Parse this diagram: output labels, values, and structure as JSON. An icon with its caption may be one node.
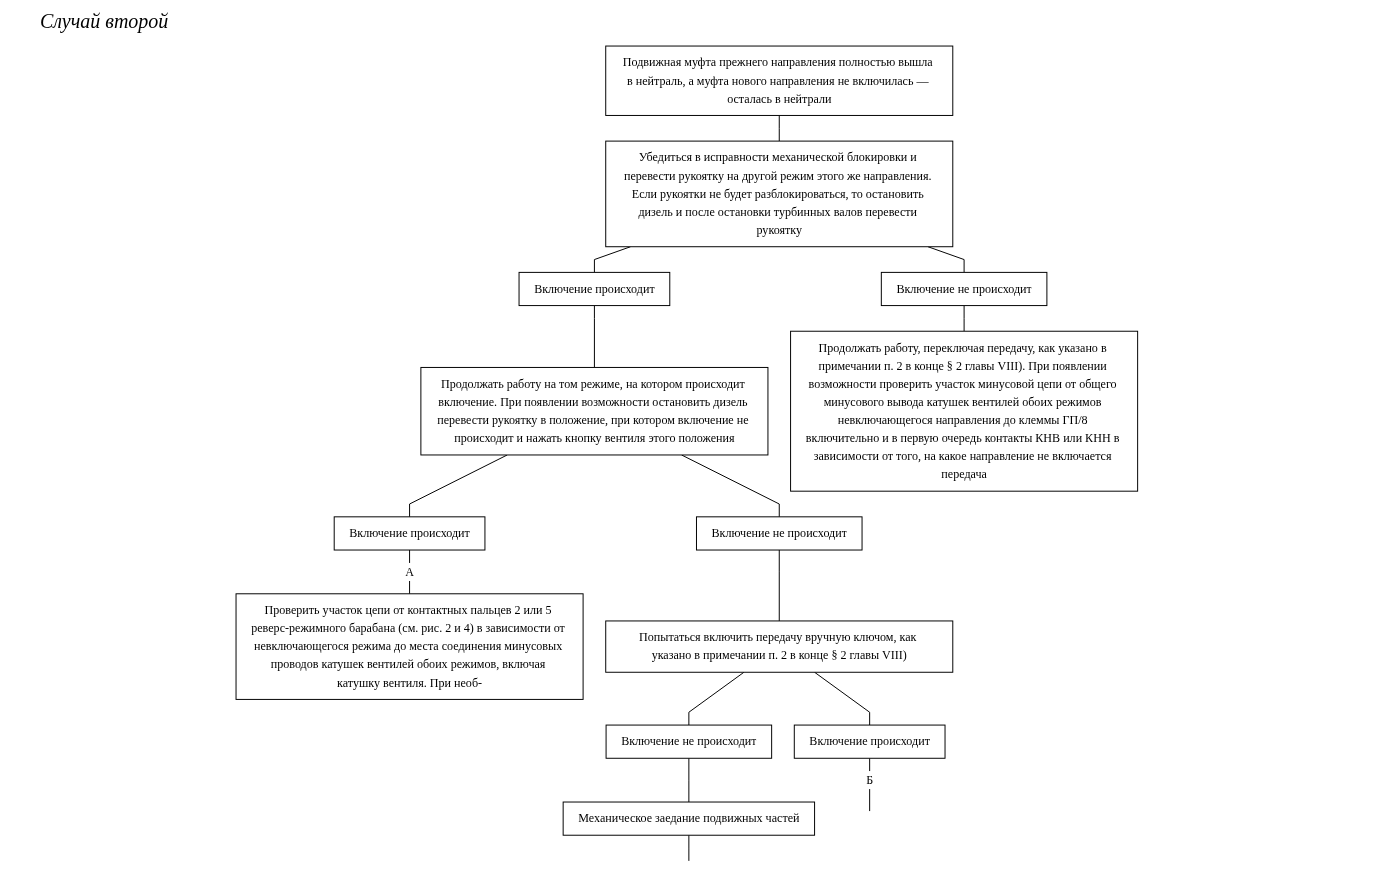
{
  "diagram": {
    "title": "Случай второй",
    "nodes": [
      {
        "text": [
          "Подвижная муфта прежнего направления полностью вышла в нейтраль, а муфта нового направления не включилась — осталась в нейтрали"
        ]
      },
      {
        "text": [
          "Убедиться в исправности механической блокировки и перевести рукоятку на другой режим этого же направления. Если рукоятки не будет разблокироваться, то остановить дизель и после остановки турбинных валов перевести рукоятку"
        ]
      },
      {
        "text": [
          "Включение происходит"
        ]
      },
      {
        "text": [
          "Продолжать работу на том режиме, на котором происходит включение. При появлении возможности остановить дизель перевести рукоятку в положение, при котором включение не происходит и нажать кнопку вентиля этого положения"
        ]
      },
      {
        "text": [
          "Включение происходит"
        ]
      },
      {
        "text": [
          "Проверить участок цепи от контактных пальцев 2 или 5 реверс-режимного барабана (см. рис. 2 и 4) в зависимости от невключающегося режима до места соединения минусовых проводов катушек вентилей обоих режимов, включая катушку вентиля. При необ-"
        ]
      },
      {
        "text": [
          "Включение не происходит"
        ]
      },
      {
        "text": [
          "Попытаться включить передачу вручную ключом, как указано в примечании п. 2 в конце § 2 главы VIII)"
        ]
      },
      {
        "text": [
          "Включение происходит"
        ]
      },
      {
        "text": [
          "Включение не происходит"
        ]
      },
      {
        "text": [
          "Механическое заедание подвижных частей"
        ]
      },
      {
        "text": [
          "Включение не происходит"
        ]
      },
      {
        "text": [
          "Продолжать работу, переключая передачу, как указано в примечании п. 2 в конце § 2 главы VIII). При появлении возможности проверить участок минусовой цепи от общего минусового вывода катушек вентилей обоих режимов невключающегося направления до клеммы ГП/8 включительно и в первую очередь контакты КНВ или КНН в зависимости от того, на какое направление не включается передача"
        ]
      }
    ],
    "edges": [
      {
        "from": 0,
        "to": 1,
        "arrow": "none"
      },
      {
        "from": 1,
        "to": 2,
        "arrow": "none"
      },
      {
        "from": 1,
        "to": 11,
        "arrow": "none"
      },
      {
        "from": 2,
        "to": 3,
        "arrow": "none"
      },
      {
        "from": 3,
        "to": 4,
        "arrow": "none"
      },
      {
        "from": 3,
        "to": 6,
        "arrow": "none"
      },
      {
        "from": 4,
        "to": 5,
        "arrow": "none",
        "label": "А"
      },
      {
        "from": 6,
        "to": 7,
        "arrow": "none"
      },
      {
        "from": 7,
        "to": 8,
        "arrow": "none"
      },
      {
        "from": 7,
        "to": 9,
        "arrow": "none"
      },
      {
        "from": 8,
        "to": null,
        "arrow": "none",
        "label": "Б"
      },
      {
        "from": 9,
        "to": 10,
        "arrow": "none"
      },
      {
        "from": 10,
        "to": null,
        "arrow": "none"
      },
      {
        "from": 11,
        "to": 12,
        "arrow": "none"
      }
    ]
  }
}
